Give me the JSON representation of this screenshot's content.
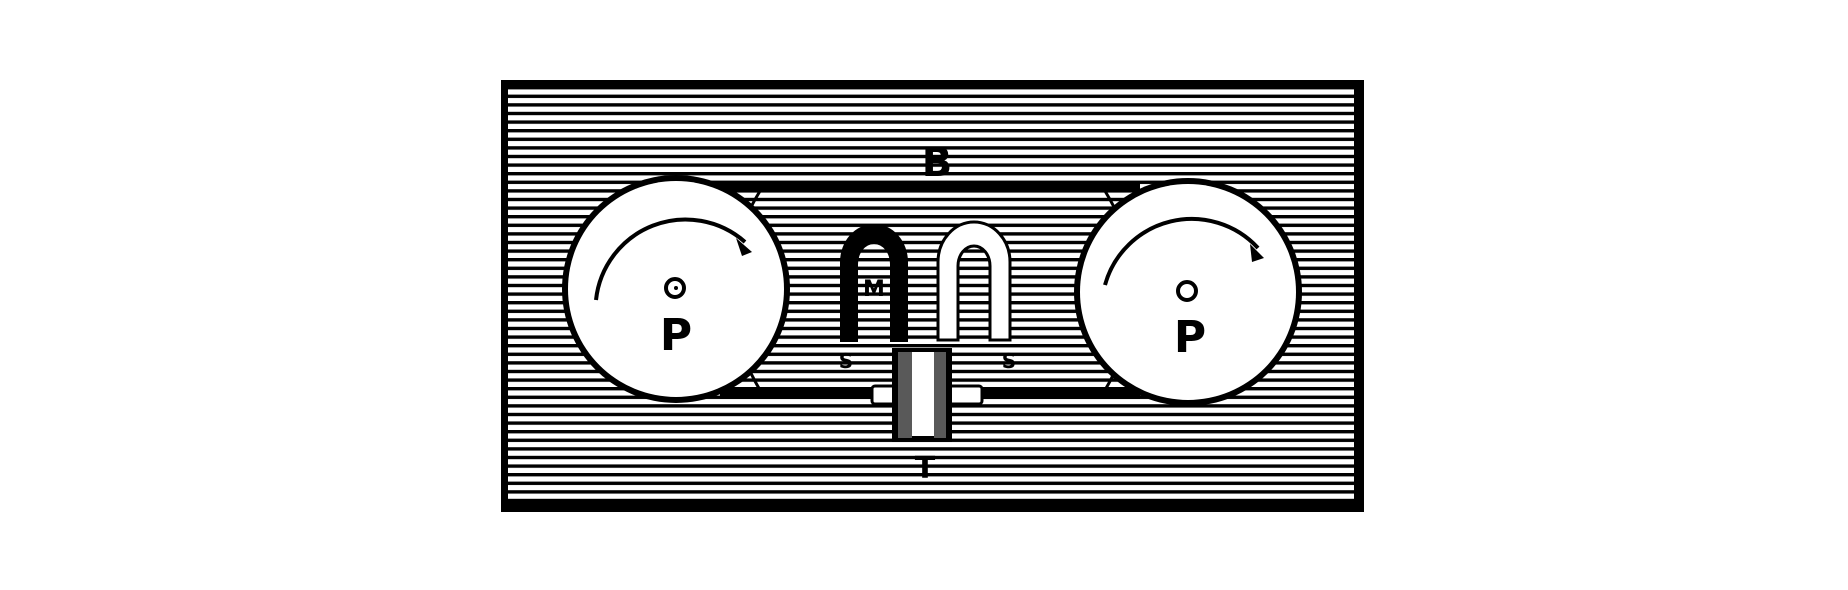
{
  "figure": {
    "title": "Magnetic belt drive diagram",
    "background": "#ffffff",
    "ink": "#000000",
    "paper": "#ffffff"
  },
  "labels": {
    "belt": "B",
    "magnet": "M",
    "pulley_left": "P",
    "pulley_right": "P",
    "roller": "T",
    "pole_left": "S",
    "pole_right": "S"
  },
  "components": {
    "base_panel": "hatched board",
    "pulleys": [
      {
        "label": "P",
        "side": "left",
        "rotation": "clockwise"
      },
      {
        "label": "P",
        "side": "right",
        "rotation": "clockwise"
      }
    ],
    "magnets": [
      {
        "label": "M",
        "style": "solid black horseshoe"
      },
      {
        "label": "",
        "style": "outlined white horseshoe"
      }
    ],
    "roller": {
      "label": "T"
    }
  }
}
